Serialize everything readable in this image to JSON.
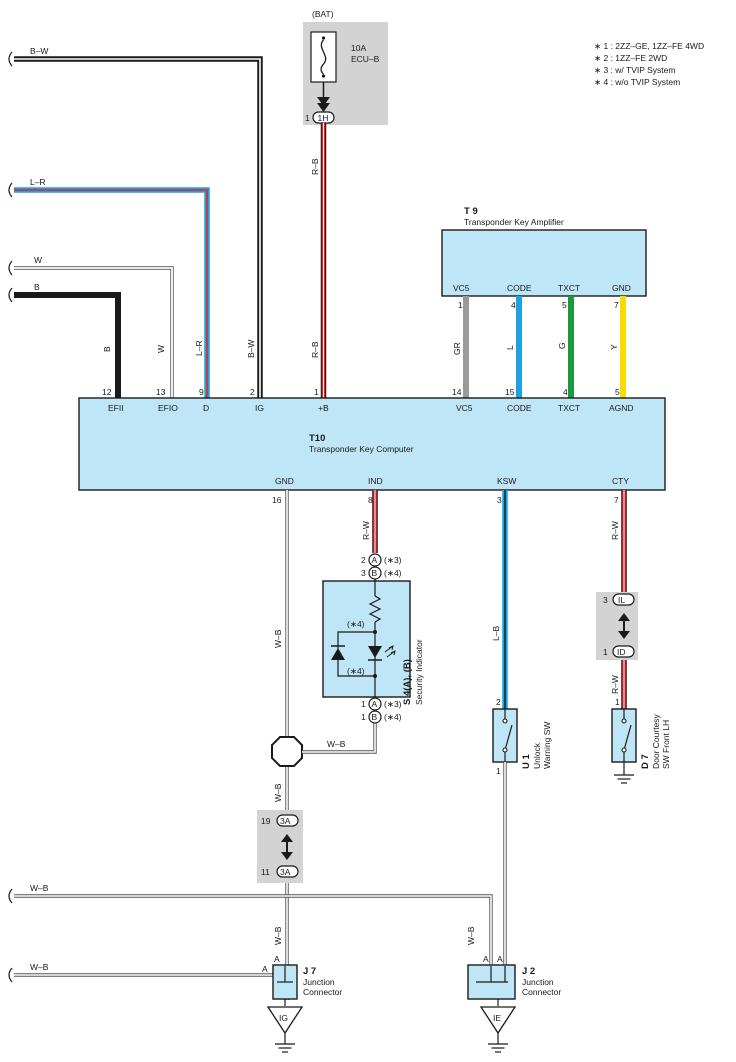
{
  "notes": [
    "∗ 1 : 2ZZ–GE,  1ZZ–FE 4WD",
    "∗ 2 : 1ZZ–FE 2WD",
    "∗ 3 : w/ TVIP System",
    "∗ 4 : w/o TVIP System"
  ],
  "bat": {
    "label": "(BAT)",
    "fuse_rating": "10A",
    "fuse_name": "ECU–B",
    "connector": "1H",
    "pin": "1"
  },
  "wires": {
    "bw": "B–W",
    "lr": "L–R",
    "w": "W",
    "b": "B",
    "rb": "R–B",
    "gr": "GR",
    "l": "L",
    "g": "G",
    "y": "Y",
    "rw": "R–W",
    "wb": "W–B",
    "lb": "L–B"
  },
  "t9": {
    "id": "T 9",
    "name": "Transponder Key Amplifier",
    "terminals": [
      "VC5",
      "CODE",
      "TXCT",
      "GND"
    ],
    "pins": [
      "1",
      "4",
      "5",
      "7"
    ]
  },
  "t10": {
    "id": "T10",
    "name": "Transponder Key Computer",
    "top_terminals": [
      "EFII",
      "EFIO",
      "D",
      "IG",
      "+B",
      "VC5",
      "CODE",
      "TXCT",
      "AGND"
    ],
    "top_pins": [
      "12",
      "13",
      "9",
      "2",
      "1",
      "14",
      "15",
      "4",
      "5"
    ],
    "bottom_terminals": [
      "GND",
      "IND",
      "KSW",
      "CTY"
    ],
    "bottom_pins": [
      "16",
      "8",
      "3",
      "7"
    ]
  },
  "s4": {
    "id": "S 4(A), (B)",
    "name": "Security Indicator",
    "conn_a": "A",
    "conn_b": "B",
    "top_pin_a": "2",
    "top_pin_b": "3",
    "bottom_pin_a": "1",
    "bottom_pin_b": "1",
    "note3": "(∗3)",
    "note4": "(∗4)",
    "inner_note": "(∗4)"
  },
  "conn_il": {
    "id": "IL",
    "pin": "3"
  },
  "conn_id": {
    "id": "ID",
    "pin": "1"
  },
  "conn_3a": {
    "id": "3A",
    "pin_top": "19",
    "pin_bottom": "11"
  },
  "u1": {
    "id": "U 1",
    "name1": "Unlock",
    "name2": "Warning SW",
    "pin_top": "2",
    "pin_bottom": "1"
  },
  "d7": {
    "id": "D 7",
    "name1": "Door Courtesy",
    "name2": "SW Front LH",
    "pin": "1"
  },
  "j7": {
    "id": "J 7",
    "name1": "Junction",
    "name2": "Connector",
    "pin": "A",
    "ground": "IG"
  },
  "j2": {
    "id": "J 2",
    "name1": "Junction",
    "name2": "Connector",
    "pin": "A",
    "ground": "IE"
  },
  "colors": {
    "connector_fill": "#bfe6f7",
    "shade": "#d3d3d3",
    "red": "#e8232a",
    "blue": "#1aa3e0",
    "gray_wire": "#9a9a9a",
    "green": "#1a9a3c",
    "yellow": "#f8dc00"
  }
}
